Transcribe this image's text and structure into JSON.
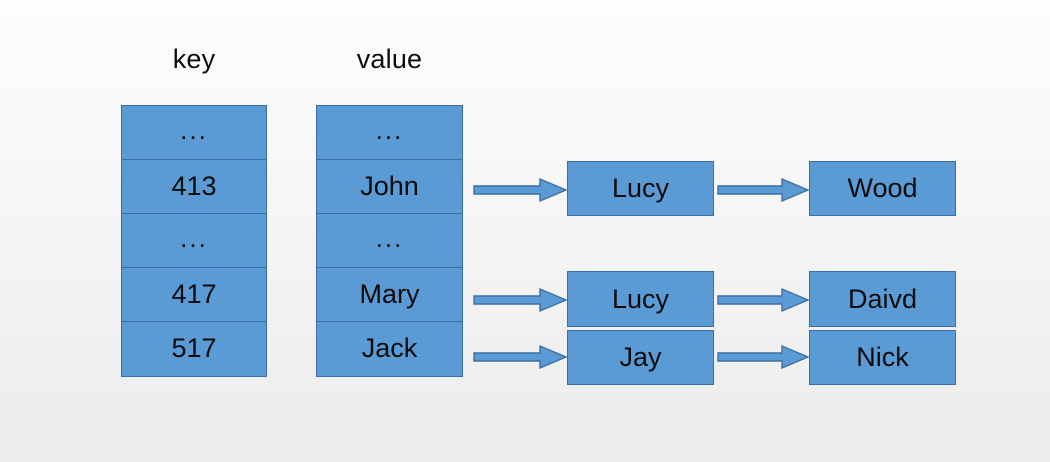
{
  "diagram": {
    "title": "hash table with chained linked-list values",
    "colors": {
      "node_fill": "#5b9bd5",
      "node_border": "#3b6fa2",
      "arrow_fill": "#5b9bd5",
      "arrow_border": "#3b6fa2",
      "text": "#0b0b0b",
      "background_top": "#fdfdfd",
      "background_bottom": "#ececec"
    },
    "headers": {
      "key": "key",
      "value": "value"
    },
    "key_column": [
      {
        "label": "..."
      },
      {
        "label": "413"
      },
      {
        "label": "..."
      },
      {
        "label": "417"
      },
      {
        "label": "517"
      }
    ],
    "value_column": [
      {
        "label": "..."
      },
      {
        "label": "John"
      },
      {
        "label": "..."
      },
      {
        "label": "Mary"
      },
      {
        "label": "Jack"
      }
    ],
    "chain_nodes": [
      {
        "label": "Lucy"
      },
      {
        "label": "Wood"
      },
      {
        "label": "Lucy"
      },
      {
        "label": "Daivd"
      },
      {
        "label": "Jay"
      },
      {
        "label": "Nick"
      }
    ],
    "arrows": [
      {
        "name": "arrow-john-to-lucy"
      },
      {
        "name": "arrow-lucy-to-wood"
      },
      {
        "name": "arrow-mary-to-lucy"
      },
      {
        "name": "arrow-lucy-to-daivd"
      },
      {
        "name": "arrow-jack-to-jay"
      },
      {
        "name": "arrow-jay-to-nick"
      }
    ]
  }
}
